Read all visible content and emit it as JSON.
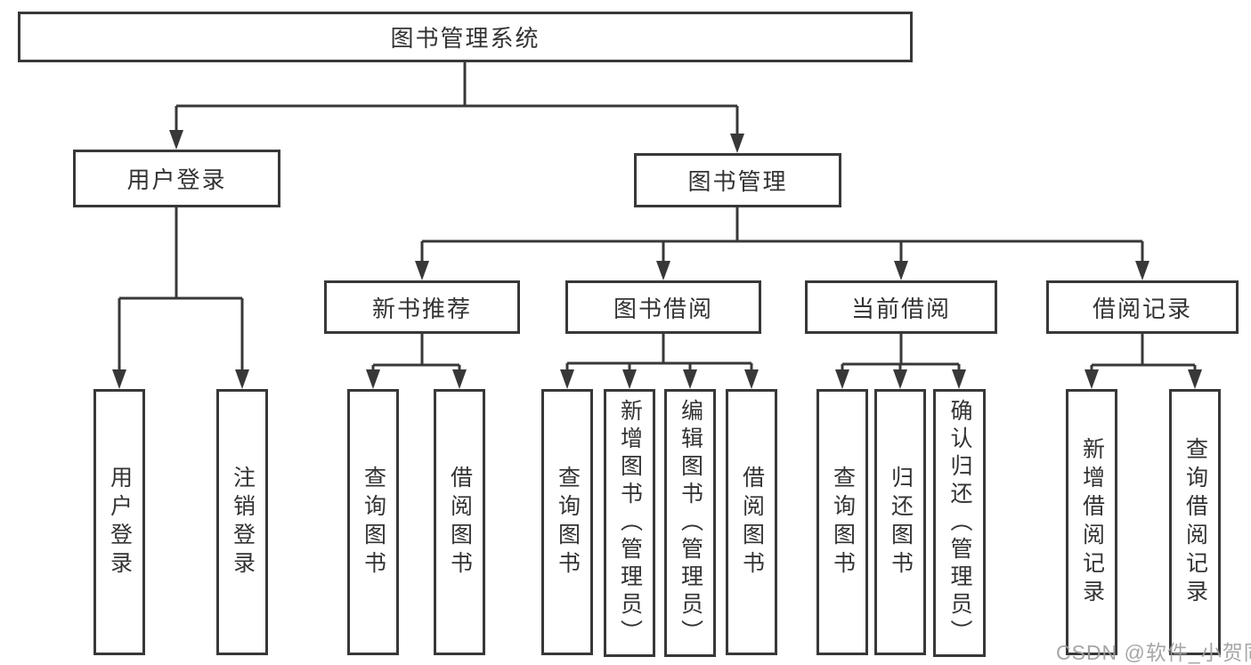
{
  "root": {
    "label": "图书管理系统"
  },
  "branches": [
    {
      "label": "用户登录",
      "children": [
        "用户登录",
        "注销登录"
      ]
    },
    {
      "label": "图书管理"
    }
  ],
  "modules": [
    {
      "label": "新书推荐",
      "children": [
        "查询图书",
        "借阅图书"
      ]
    },
    {
      "label": "图书借阅",
      "children": [
        "查询图书",
        "新增图书（管理员）",
        "编辑图书（管理员）",
        "借阅图书"
      ]
    },
    {
      "label": "当前借阅",
      "children": [
        "查询图书",
        "归还图书",
        "确认归还（管理员）"
      ]
    },
    {
      "label": "借阅记录",
      "children": [
        "新增借阅记录",
        "查询借阅记录"
      ]
    }
  ],
  "watermark": {
    "text": "CSDN @软件_小贺同学"
  },
  "colors": {
    "line": "#383838",
    "box_border": "#383838",
    "text": "#333333",
    "box_background": "#ffffff",
    "background": "#ffffff",
    "watermark": "#9f9f9f"
  }
}
